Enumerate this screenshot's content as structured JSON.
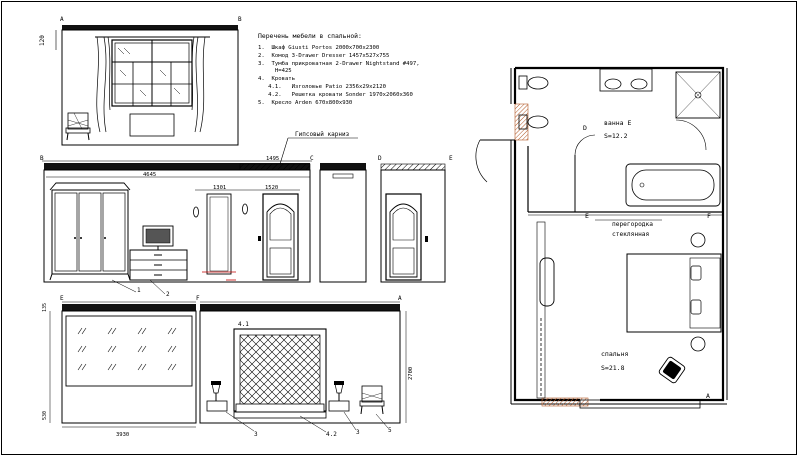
{
  "spec": {
    "title": "Перечень мебели в спальной:",
    "items": [
      "1.  Шкаф Giusti Portos 2000x700x2300",
      "2.  Комод 3-Drawer Dresser 1457x527x755",
      "3.  Тумба прикроватная 2-Drawer Nightstand #497,",
      "     H=425",
      "4.  Кровать",
      "   4.1.   Изголовье Patio 2356x29x2120",
      "   4.2.   Решетка кровати Sonder 1970x2060x360",
      "5.  Кресло Arden 670x800x930"
    ]
  },
  "labels": {
    "cornice": "Гипсовый карниз",
    "elevation_A": "A",
    "elevation_B": "B",
    "elevation_C": "C",
    "elevation_D": "D",
    "elevation_E": "E",
    "elevation_F": "F",
    "dim_120": "120",
    "dim_1495": "1495",
    "dim_4645": "4645",
    "dim_1301": "1301",
    "dim_1520": "1520",
    "dim_135": "135",
    "dim_2700": "2700",
    "dim_530": "530",
    "dim_3930": "3930",
    "callout_1": "1",
    "callout_2": "2",
    "callout_3a": "3",
    "callout_3b": "3",
    "callout_41": "4.1",
    "callout_42": "4.2",
    "callout_5": "5"
  },
  "plan": {
    "bath_name": "ванна Е",
    "bath_area": "S=12.2",
    "partition": "перегородка",
    "partition2": "стеклянная",
    "bedroom_name": "спальня",
    "bedroom_area": "S=21.8",
    "mark_D": "D",
    "mark_E": "E",
    "mark_F": "F",
    "mark_A": "A"
  }
}
